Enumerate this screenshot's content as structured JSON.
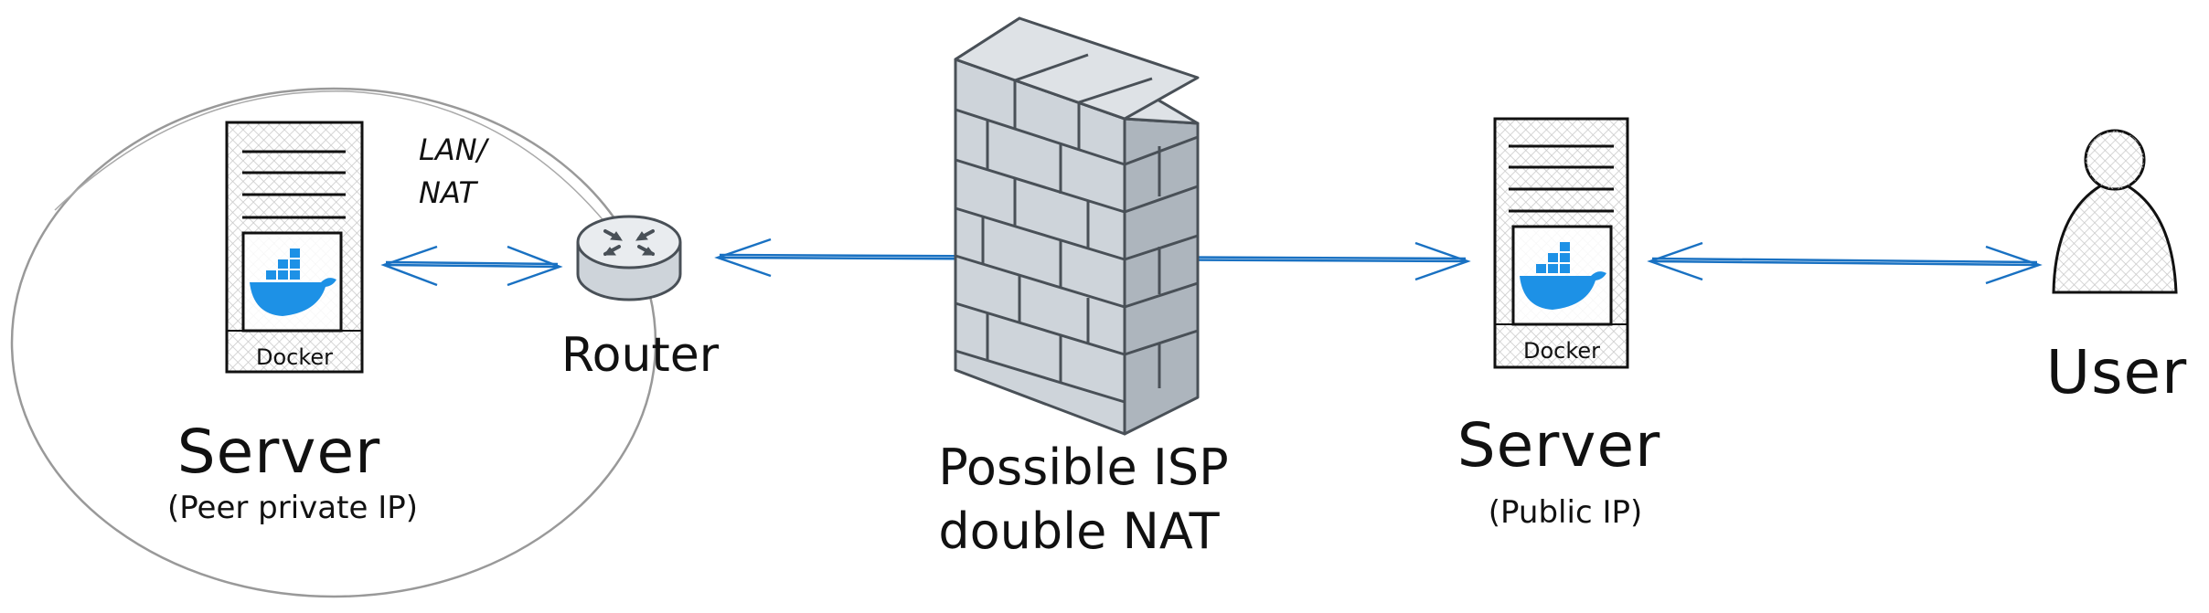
{
  "diagram": {
    "left_server": {
      "title": "Server",
      "subtitle": "(Peer private IP)",
      "badge": "Docker"
    },
    "lan_label_line1": "LAN/",
    "lan_label_line2": "NAT",
    "router_label": "Router",
    "firewall_label_line1": "Possible ISP",
    "firewall_label_line2": "double NAT",
    "right_server": {
      "title": "Server",
      "subtitle": "(Public IP)",
      "badge": "Docker"
    },
    "user_label": "User"
  },
  "colors": {
    "arrow": "#1971c2",
    "docker": "#1d91e6",
    "firewall_fill": "#ced4da",
    "firewall_stroke": "#495057",
    "router_fill": "#e9ecef",
    "ink": "#111111",
    "circle": "#999999"
  }
}
